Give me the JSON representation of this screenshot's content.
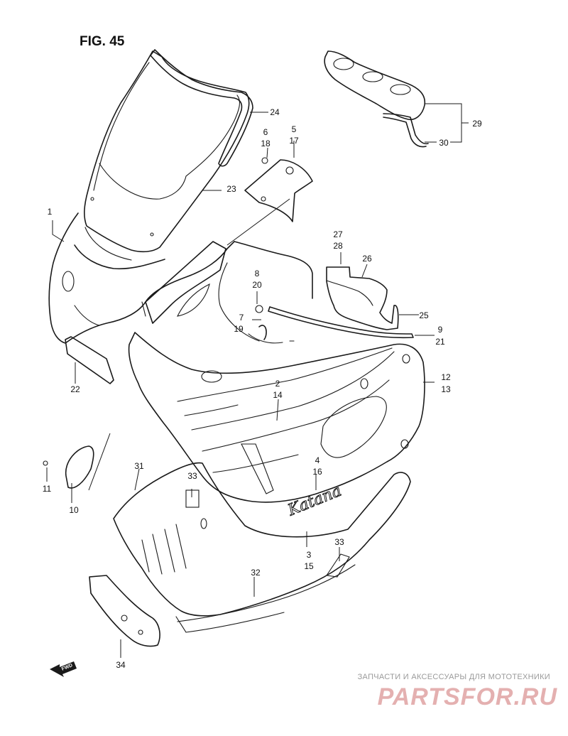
{
  "figure": {
    "title": "FIG. 45"
  },
  "brand_mark": "Katana",
  "fwd_arrow": "FWD",
  "callouts": [
    {
      "id": "c1",
      "lines": [
        "1"
      ]
    },
    {
      "id": "c2",
      "lines": [
        "2",
        "14"
      ]
    },
    {
      "id": "c3",
      "lines": [
        "3",
        "15"
      ]
    },
    {
      "id": "c4",
      "lines": [
        "4",
        "16"
      ]
    },
    {
      "id": "c5",
      "lines": [
        "5",
        "17"
      ]
    },
    {
      "id": "c6",
      "lines": [
        "6",
        "18"
      ]
    },
    {
      "id": "c7",
      "lines": [
        "7",
        "19"
      ]
    },
    {
      "id": "c8",
      "lines": [
        "8",
        "20"
      ]
    },
    {
      "id": "c9",
      "lines": [
        "9",
        "21"
      ]
    },
    {
      "id": "c10",
      "lines": [
        "10"
      ]
    },
    {
      "id": "c11",
      "lines": [
        "11"
      ]
    },
    {
      "id": "c12",
      "lines": [
        "12",
        "13"
      ]
    },
    {
      "id": "c22",
      "lines": [
        "22"
      ]
    },
    {
      "id": "c23",
      "lines": [
        "23"
      ]
    },
    {
      "id": "c24",
      "lines": [
        "24"
      ]
    },
    {
      "id": "c25",
      "lines": [
        "25"
      ]
    },
    {
      "id": "c26",
      "lines": [
        "26"
      ]
    },
    {
      "id": "c27",
      "lines": [
        "27",
        "28"
      ]
    },
    {
      "id": "c29",
      "lines": [
        "29"
      ]
    },
    {
      "id": "c30",
      "lines": [
        "30"
      ]
    },
    {
      "id": "c31",
      "lines": [
        "31"
      ]
    },
    {
      "id": "c32",
      "lines": [
        "32"
      ]
    },
    {
      "id": "c33a",
      "lines": [
        "33"
      ]
    },
    {
      "id": "c33b",
      "lines": [
        "33"
      ]
    },
    {
      "id": "c34",
      "lines": [
        "34"
      ]
    }
  ],
  "watermark": {
    "tagline": "ЗАПЧАСТИ И АКСЕССУАРЫ ДЛЯ МОТОТЕХНИКИ",
    "site": "PARTSFOR.RU"
  }
}
